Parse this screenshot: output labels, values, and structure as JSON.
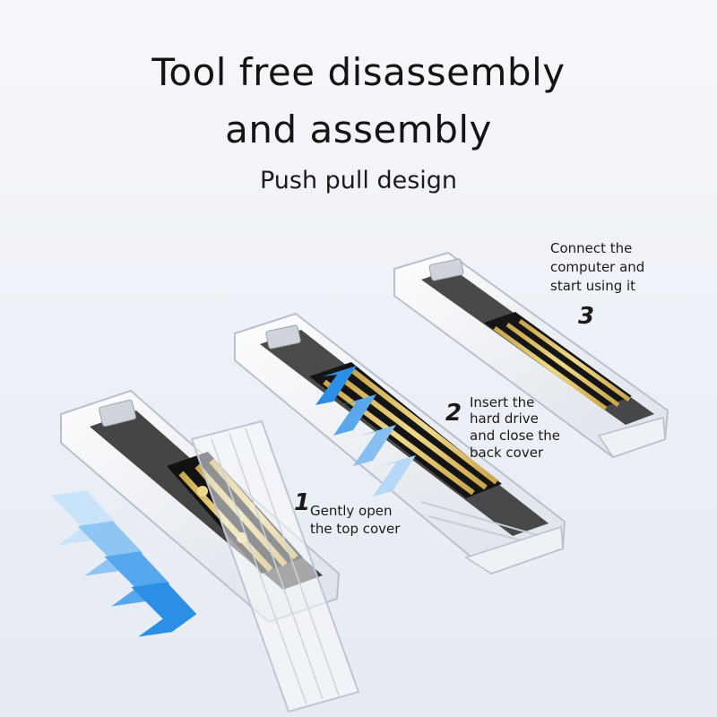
{
  "header": {
    "title_line1": "Tool free disassembly",
    "title_line2": "and assembly",
    "subtitle": "Push pull design"
  },
  "steps": [
    {
      "number": "1",
      "lines": [
        "Gently open",
        "the top cover"
      ]
    },
    {
      "number": "2",
      "lines": [
        "Insert the",
        "hard drive",
        "and close the",
        "back cover"
      ]
    },
    {
      "number": "3",
      "lines": [
        "Connect the",
        "computer and",
        "start using it"
      ]
    }
  ],
  "colors": {
    "arrow_blue": "#2b8fe6",
    "arrow_light": "#a9d3f6",
    "board_black": "#141414",
    "gold": "#d8b65a",
    "shell": "#f4f6f9"
  }
}
